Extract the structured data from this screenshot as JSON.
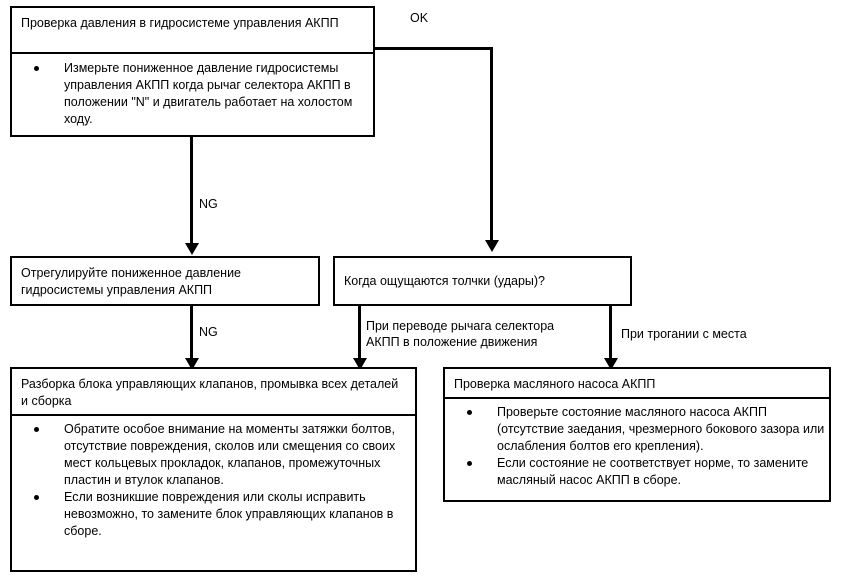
{
  "diagram": {
    "title": "Проверка давления в гидросистеме управления АКПП",
    "type": "flowchart"
  },
  "nodes": {
    "check_pressure": {
      "header": "Проверка давления в гидросистеме управления АКПП",
      "bullets": [
        "Измерьте пониженное давление гидросистемы управления АКПП когда рычаг селектора АКПП в положении \"N\" и двигатель работает на холостом ходу."
      ]
    },
    "adjust_pressure": {
      "header": "Отрегулируйте пониженное давление гидросистемы управления АКПП",
      "bullets": []
    },
    "shock_question": {
      "header": "Когда ощущаются толчки (удары)?",
      "bullets": []
    },
    "valve_body": {
      "header": "Разборка блока управляющих клапанов, промывка всех деталей и сборка",
      "bullets": [
        "Обратите особое внимание на моменты затяжки болтов, отсутствие повреждения, сколов или смещения со своих мест кольцевых прокладок, клапанов, промежуточных пластин и втулок клапанов.",
        "Если возникшие повреждения или сколы исправить невозможно, то замените блок управляющих клапанов в сборе."
      ]
    },
    "oil_pump": {
      "header": "Проверка масляного насоса АКПП",
      "bullets": [
        "Проверьте состояние масляного насоса АКПП (отсутствие заедания, чрезмерного бокового зазора или ослабления болтов его крепления).",
        "Если состояние не соответствует норме, то замените масляный насос АКПП в сборе."
      ]
    }
  },
  "edges": {
    "ok": "OK",
    "ng_top": "NG",
    "ng_bottom": "NG",
    "shift_to_drive": "При переводе рычага селектора\nАКПП в положение движения",
    "moving_off": "При трогании с места"
  },
  "colors": {
    "line": "#000000",
    "background": "#ffffff",
    "text": "#000000"
  }
}
